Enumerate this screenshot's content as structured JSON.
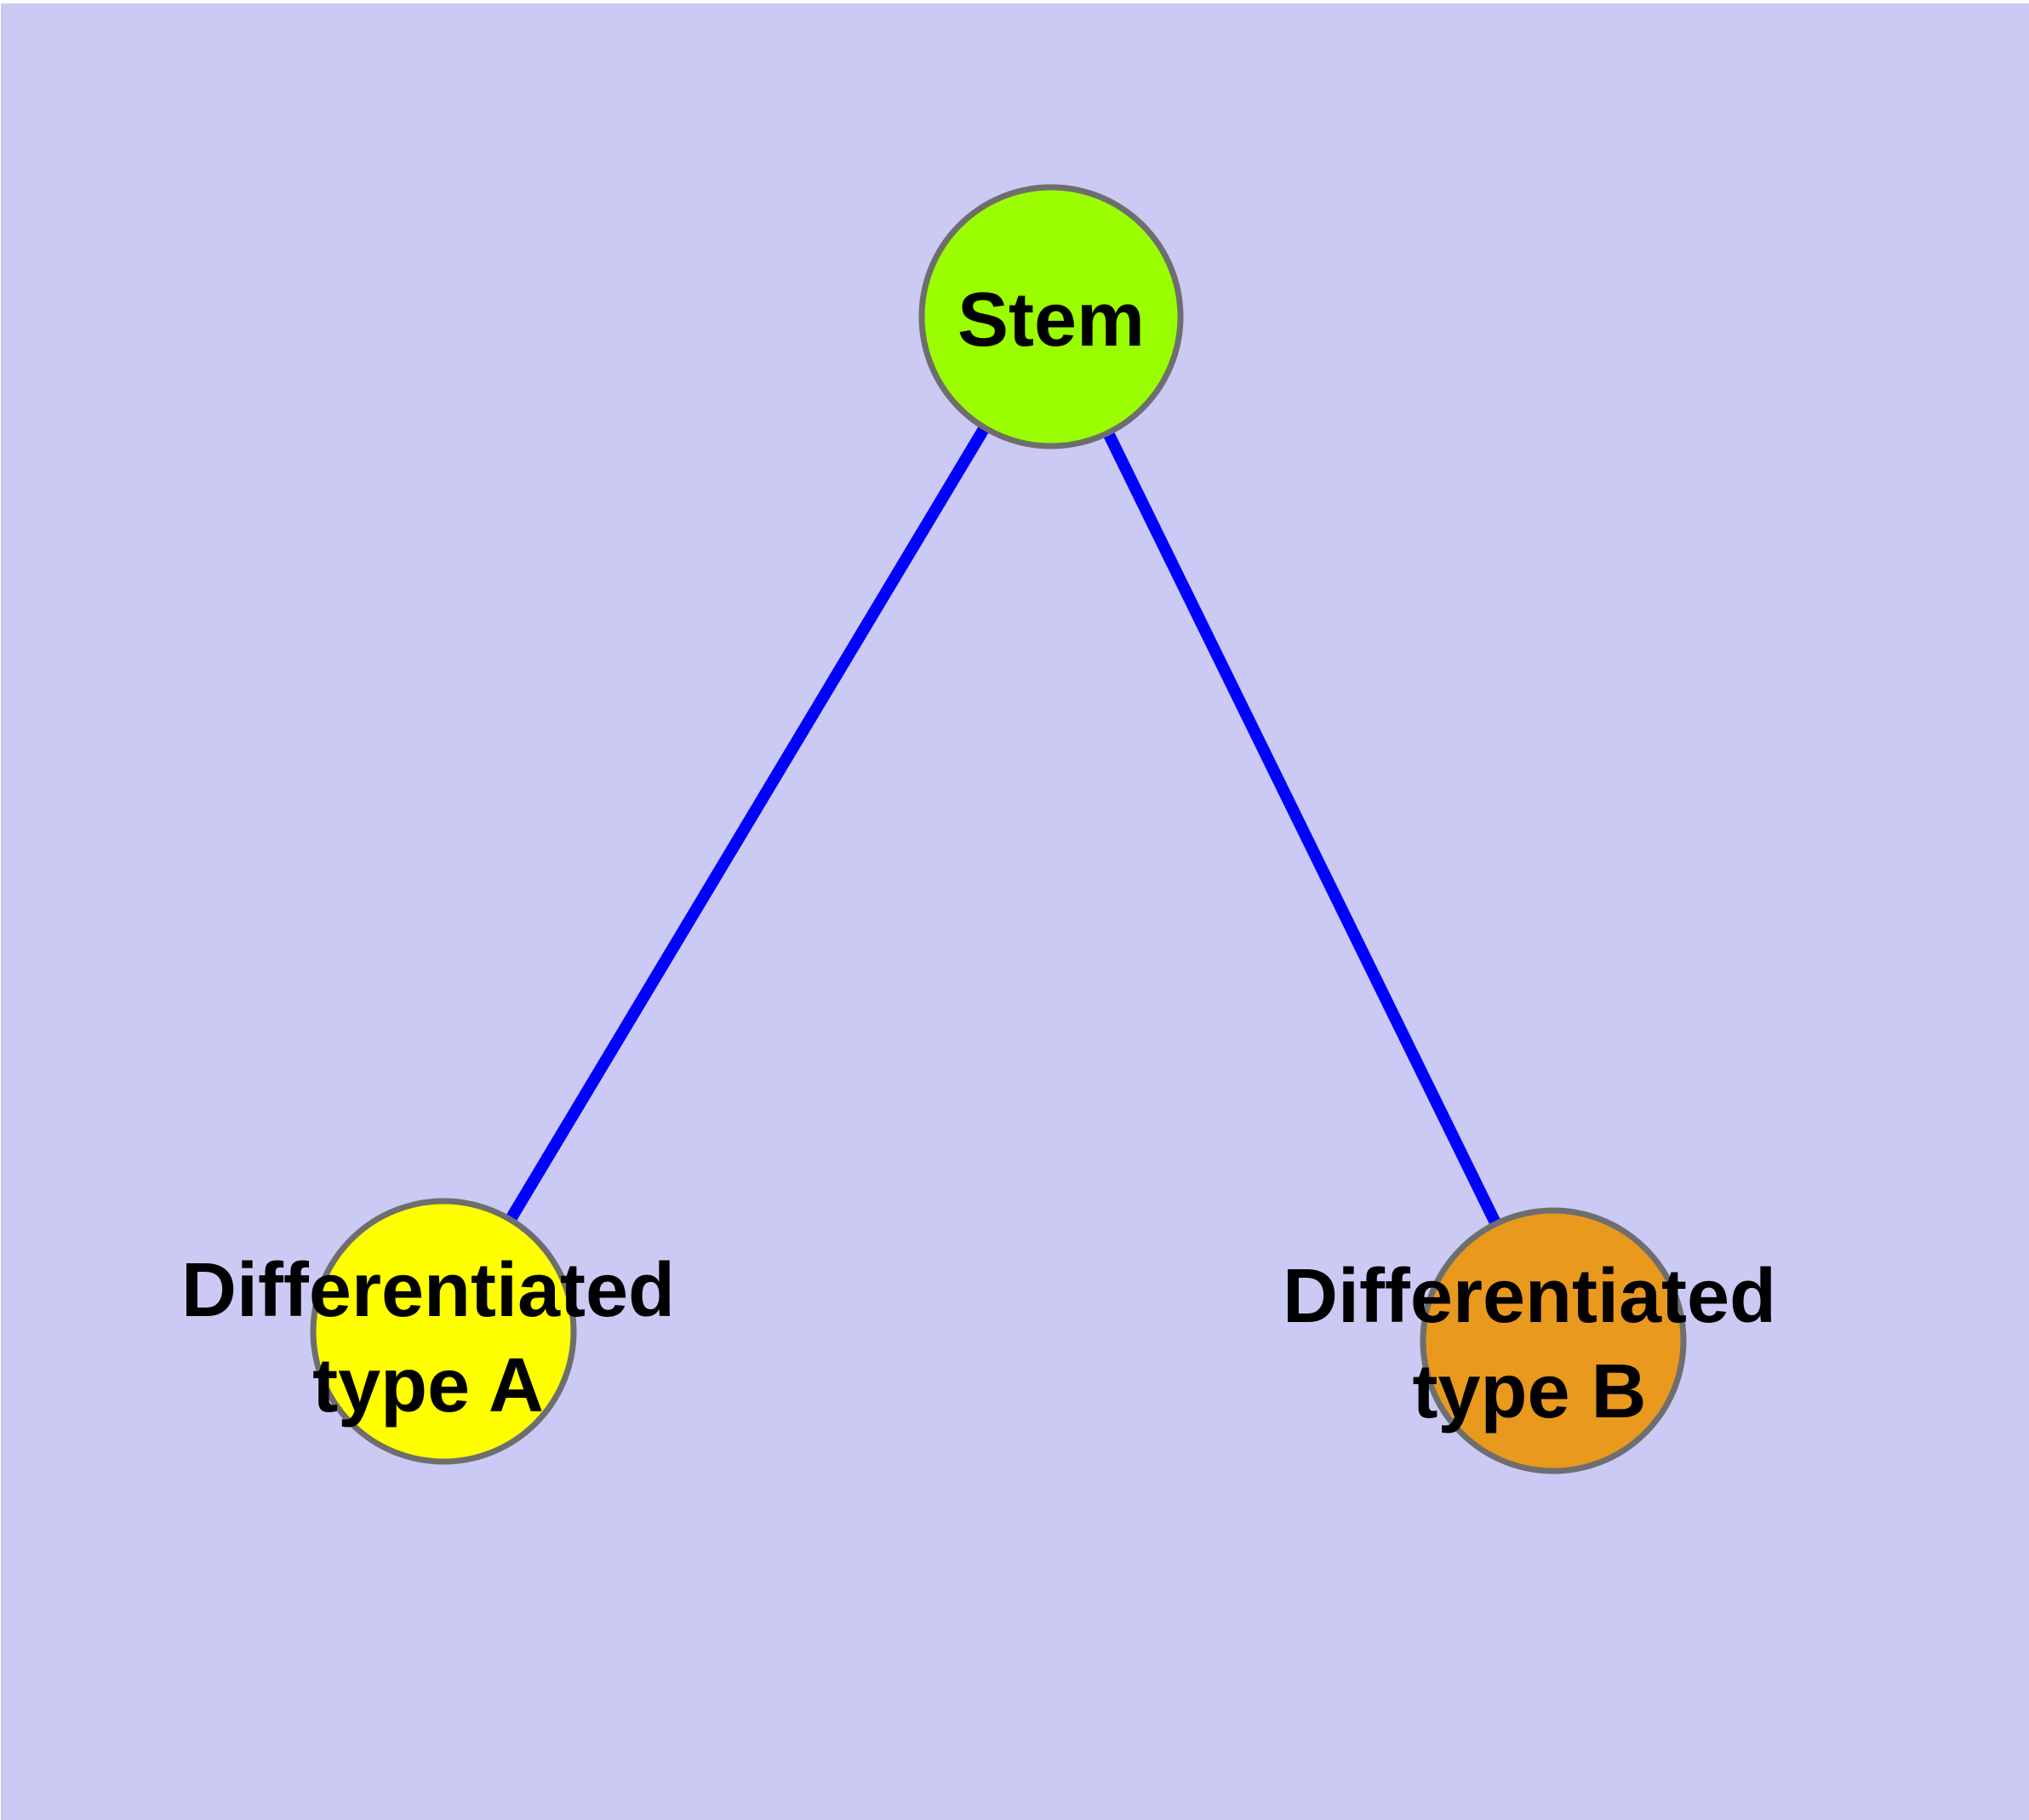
{
  "diagram": {
    "type": "graph",
    "description_visible_text": [
      "Stem",
      "Differentiated type A",
      "Differentiated type B"
    ]
  },
  "colors": {
    "background": "#CACAF5",
    "page_margin": "#FFFFFF",
    "edge": "#0000FF",
    "node_border": "#6E6E6E",
    "label_text": "#000000",
    "stem_fill": "#9AFE00",
    "type_a_fill": "#FFFF00",
    "type_b_fill": "#E8991E"
  },
  "nodes": {
    "stem": {
      "label": "Stem",
      "fill": "#9AFE00"
    },
    "type_a": {
      "label_line1": "Differentiated",
      "label_line2": "type A",
      "fill": "#FFFF00"
    },
    "type_b": {
      "label_line1": "Differentiated",
      "label_line2": "type B",
      "fill": "#E8991E"
    }
  },
  "edges": [
    {
      "from": "stem",
      "to": "type_a",
      "color": "#0000FF"
    },
    {
      "from": "stem",
      "to": "type_b",
      "color": "#0000FF"
    }
  ]
}
